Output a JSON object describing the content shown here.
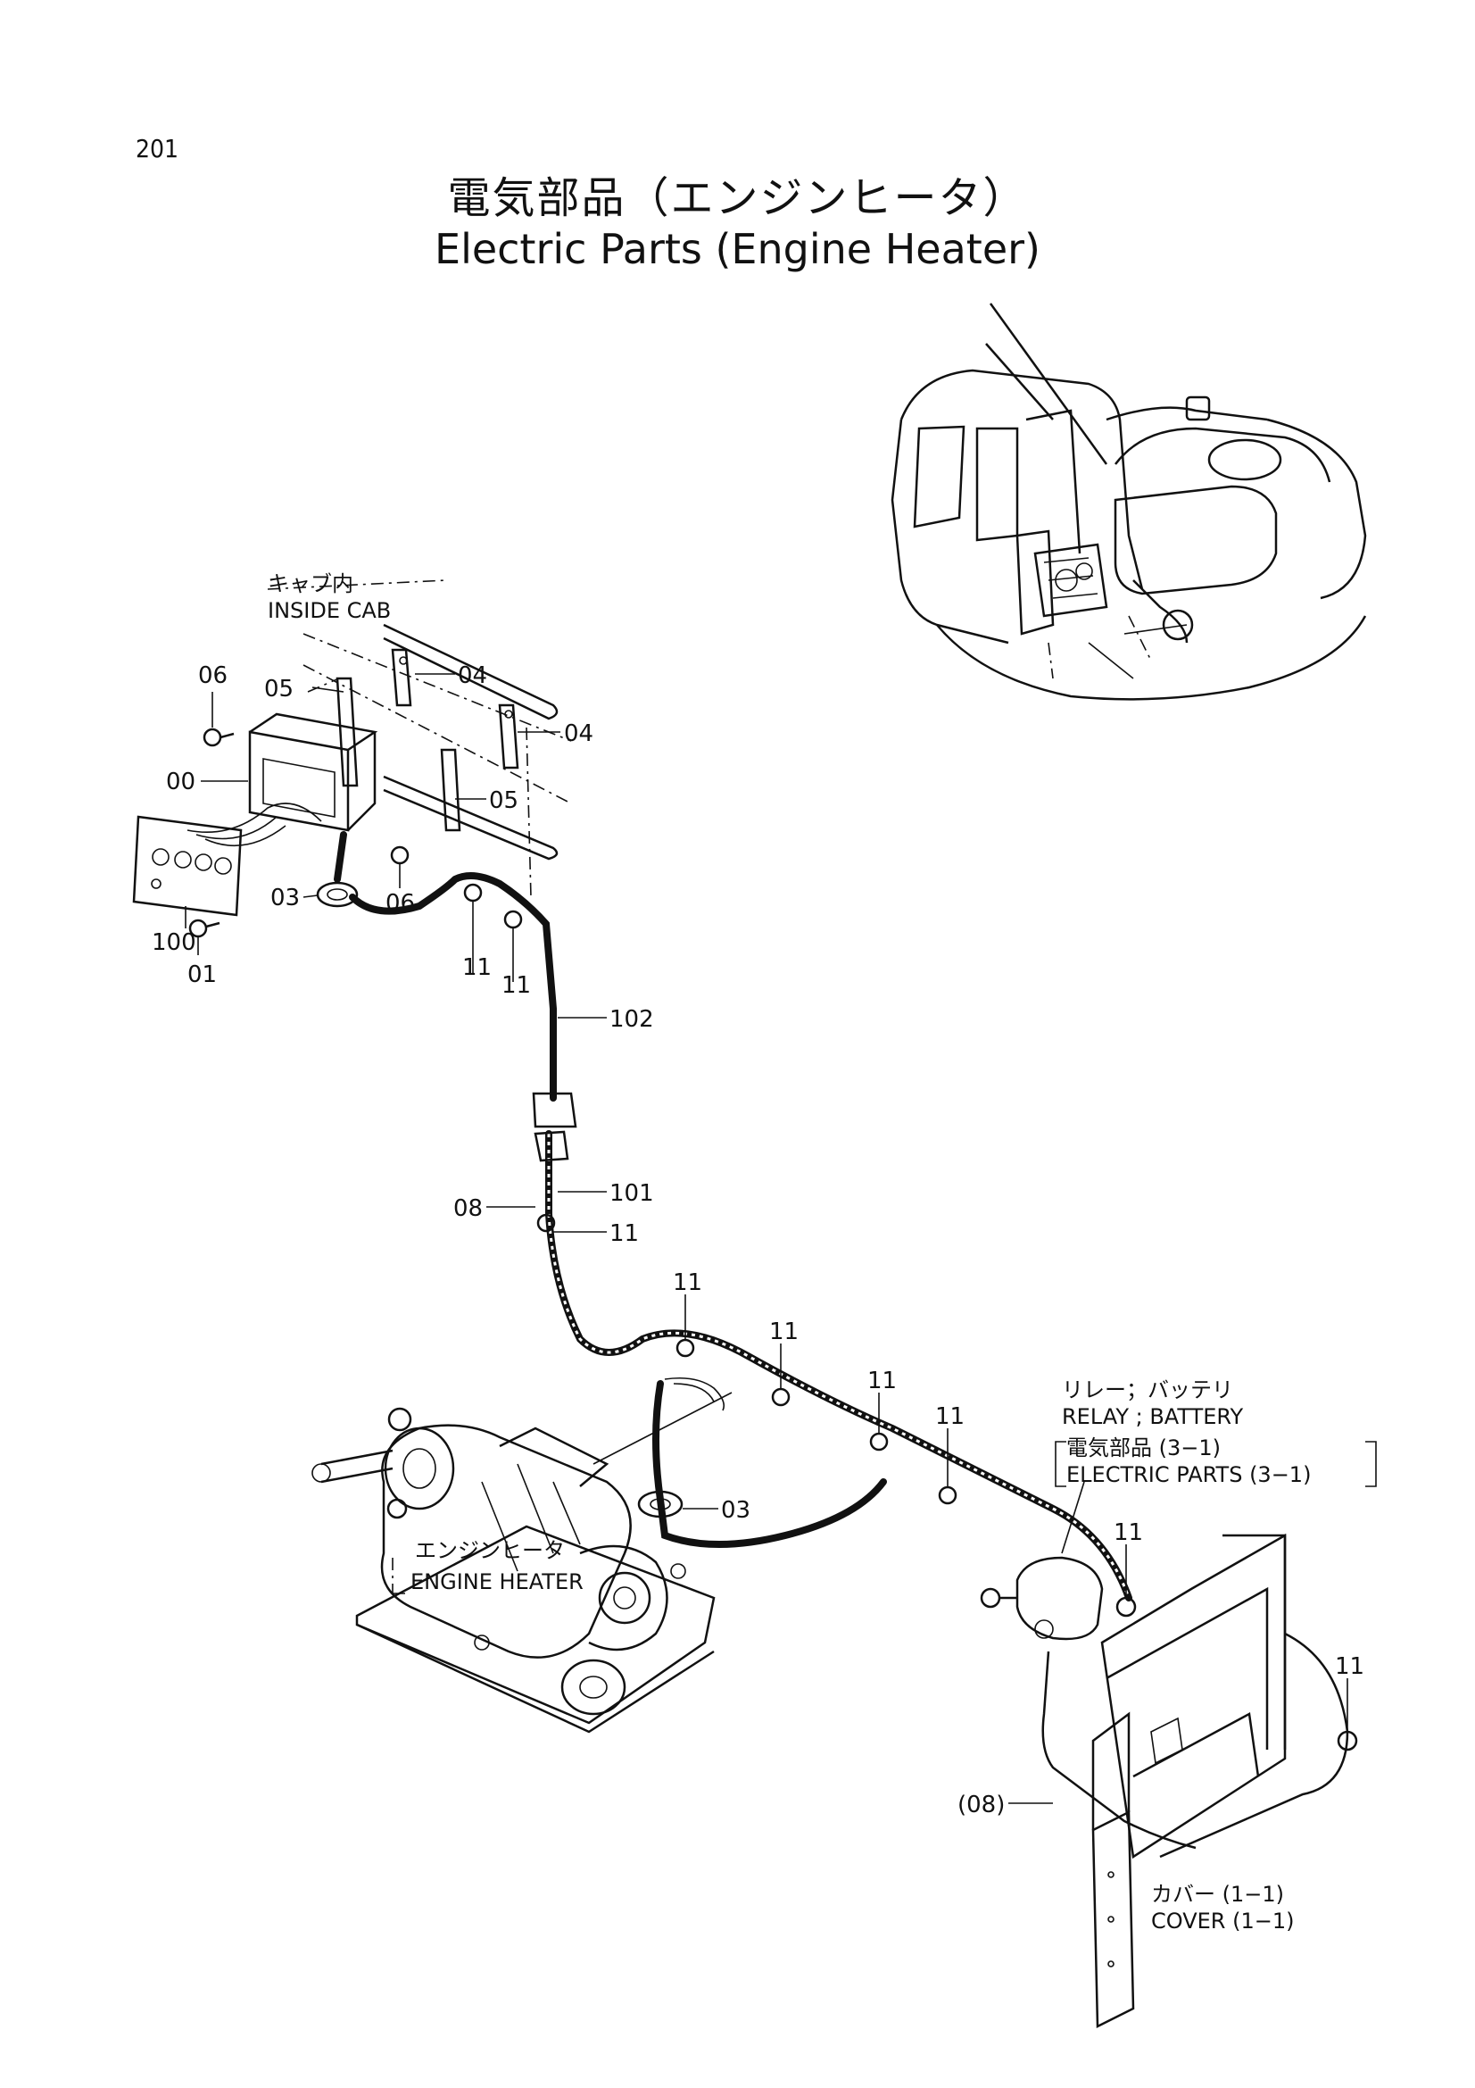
{
  "page_number": "201",
  "title": {
    "japanese": "電気部品（エンジンヒータ）",
    "english": "Electric Parts (Engine Heater)"
  },
  "annotations": {
    "inside_cab_jp": "キャブ内",
    "inside_cab_en": "INSIDE CAB",
    "relay_jp": "リレー；バッテリ",
    "relay_en": "RELAY ; BATTERY",
    "ref_jp": "電気部品 (3−1)",
    "ref_en": "ELECTRIC PARTS (3−1)",
    "engine_heater_jp": "エンジンヒータ",
    "engine_heater_en": "ENGINE HEATER",
    "cover_jp": "カバー (1−1)",
    "cover_en": "COVER (1−1)"
  },
  "callouts": {
    "c06a": "06",
    "c05a": "05",
    "c04a": "04",
    "c04b": "04",
    "c00": "00",
    "c05b": "05",
    "c03a": "03",
    "c06b": "06",
    "c100": "100",
    "c01": "01",
    "c11a": "11",
    "c11b": "11",
    "c102": "102",
    "c101": "101",
    "c08": "08",
    "c11c": "11",
    "c11d": "11",
    "c11e": "11",
    "c11f": "11",
    "c11g": "11",
    "c03b": "03",
    "c11h": "11",
    "c11i": "11",
    "c08p": "(08)"
  }
}
